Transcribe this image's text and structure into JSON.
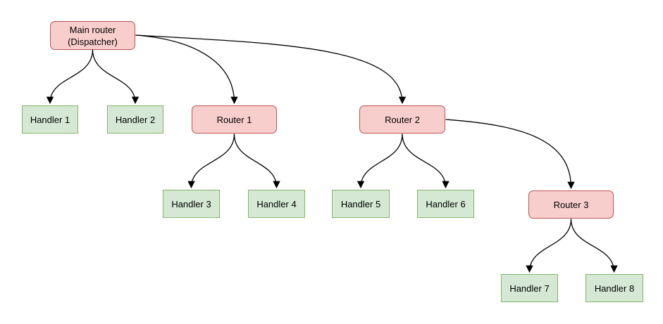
{
  "diagram": {
    "type": "tree-flowchart",
    "nodes": {
      "main_router": {
        "label": "Main router (Dispatcher)",
        "kind": "router"
      },
      "handler1": {
        "label": "Handler 1",
        "kind": "handler"
      },
      "handler2": {
        "label": "Handler 2",
        "kind": "handler"
      },
      "router1": {
        "label": "Router 1",
        "kind": "router"
      },
      "router2": {
        "label": "Router 2",
        "kind": "router"
      },
      "handler3": {
        "label": "Handler 3",
        "kind": "handler"
      },
      "handler4": {
        "label": "Handler 4",
        "kind": "handler"
      },
      "handler5": {
        "label": "Handler 5",
        "kind": "handler"
      },
      "handler6": {
        "label": "Handler 6",
        "kind": "handler"
      },
      "router3": {
        "label": "Router 3",
        "kind": "router"
      },
      "handler7": {
        "label": "Handler 7",
        "kind": "handler"
      },
      "handler8": {
        "label": "Handler 8",
        "kind": "handler"
      }
    },
    "edges": [
      {
        "from": "main_router",
        "to": "handler1"
      },
      {
        "from": "main_router",
        "to": "handler2"
      },
      {
        "from": "main_router",
        "to": "router1"
      },
      {
        "from": "main_router",
        "to": "router2"
      },
      {
        "from": "router1",
        "to": "handler3"
      },
      {
        "from": "router1",
        "to": "handler4"
      },
      {
        "from": "router2",
        "to": "handler5"
      },
      {
        "from": "router2",
        "to": "handler6"
      },
      {
        "from": "router2",
        "to": "router3"
      },
      {
        "from": "router3",
        "to": "handler7"
      },
      {
        "from": "router3",
        "to": "handler8"
      }
    ],
    "colors": {
      "router_fill": "#f8cecc",
      "router_border": "#b85450",
      "handler_fill": "#d5e8d4",
      "handler_border": "#82b366",
      "edge": "#000000",
      "background": "#ffffff",
      "text": "#000000"
    }
  }
}
